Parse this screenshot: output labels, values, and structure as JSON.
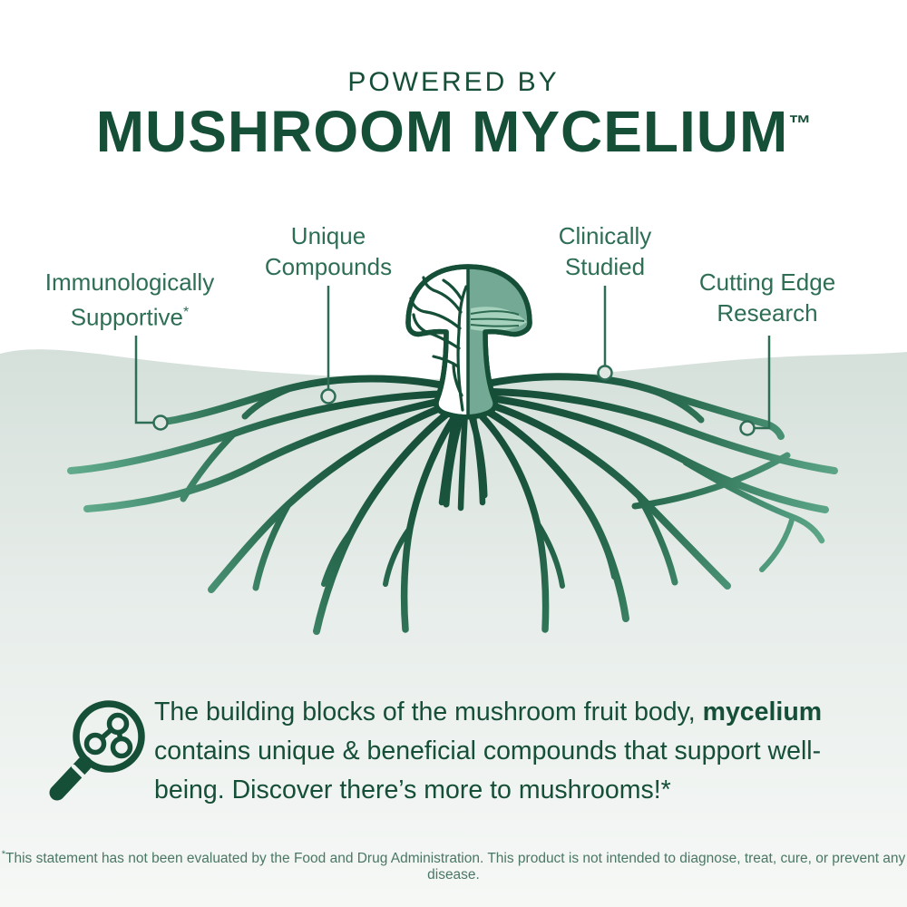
{
  "header": {
    "eyebrow": "POWERED BY",
    "title": "MUSHROOM MYCELIUM",
    "trademark": "™"
  },
  "callouts": [
    {
      "id": "immunologically-supportive",
      "line1": "Immunologically",
      "line2": "Supportive",
      "sup": "*"
    },
    {
      "id": "unique-compounds",
      "line1": "Unique",
      "line2": "Compounds",
      "sup": ""
    },
    {
      "id": "clinically-studied",
      "line1": "Clinically",
      "line2": "Studied",
      "sup": ""
    },
    {
      "id": "cutting-edge-research",
      "line1": "Cutting Edge",
      "line2": "Research",
      "sup": ""
    }
  ],
  "description": {
    "line1_regular": "The building blocks of the mushroom fruit body, ",
    "line1_bold": "mycelium",
    "line2": "contains unique & beneficial compounds that support well-",
    "line3": "being. Discover there’s more to mushrooms!*"
  },
  "footnote": {
    "marker": "*",
    "text": "This statement has not been evaluated by the Food and Drug Administration. This product is not intended to diagnose, treat, cure, or prevent any disease."
  },
  "illustration": {
    "subject": "mushroom-cross-section-with-mycelium-roots",
    "icon": "magnifier-molecule-icon"
  },
  "colors": {
    "dark_green": "#164f38",
    "label_green": "#2e6e55",
    "cap_green": "#74a995",
    "gill_green": "#a6d2bd",
    "root_tip_green": "#6ab394",
    "ground_green": "#d8e2dd"
  }
}
